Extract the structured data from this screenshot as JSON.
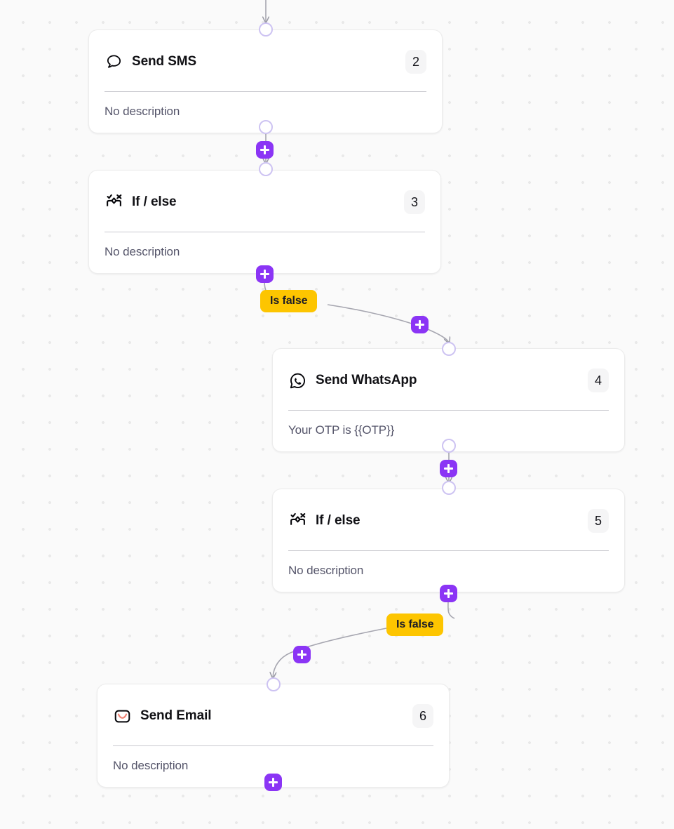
{
  "canvas": {
    "background_color": "#fafafa",
    "dot_color": "#e9e9e9",
    "accent_color": "#8b35f5",
    "branch_label_color": "#fdc500",
    "port_ring_color": "#cdc3f2"
  },
  "nodes": [
    {
      "id": "send-sms",
      "title": "Send SMS",
      "step": "2",
      "description": "No description",
      "icon": "sms-bubble-icon"
    },
    {
      "id": "if-else-3",
      "title": "If / else",
      "step": "3",
      "description": "No description",
      "icon": "if-else-branch-icon"
    },
    {
      "id": "send-whatsapp",
      "title": "Send WhatsApp",
      "step": "4",
      "description": "Your OTP is {{OTP}}",
      "icon": "whatsapp-icon"
    },
    {
      "id": "if-else-5",
      "title": "If / else",
      "step": "5",
      "description": "No description",
      "icon": "if-else-branch-icon"
    },
    {
      "id": "send-email",
      "title": "Send Email",
      "step": "6",
      "description": "No description",
      "icon": "email-envelope-icon"
    }
  ],
  "branches": [
    {
      "id": "branch-false-1",
      "label": "Is false"
    },
    {
      "id": "branch-false-2",
      "label": "Is false"
    }
  ],
  "add_buttons": [
    {
      "id": "add-step-after-sms"
    },
    {
      "id": "add-step-after-if-else-3"
    },
    {
      "id": "add-step-on-false-edge-1"
    },
    {
      "id": "add-step-after-whatsapp"
    },
    {
      "id": "add-step-after-if-else-5"
    },
    {
      "id": "add-step-on-false-edge-2"
    },
    {
      "id": "add-step-after-email"
    }
  ]
}
